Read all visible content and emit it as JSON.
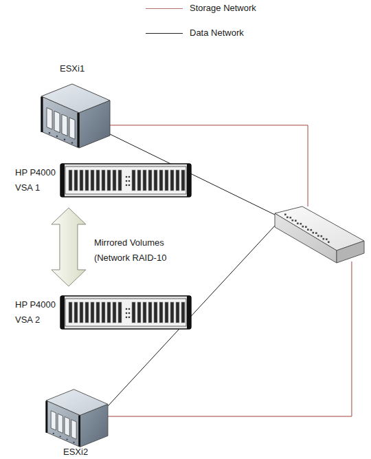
{
  "diagram": {
    "nodes": [
      {
        "text": [
          "ESXi1"
        ]
      },
      {
        "text": [
          "HP P4000 VSA 1"
        ]
      },
      {
        "text": []
      },
      {
        "text": [
          "HP P4000 VSA 2"
        ]
      },
      {
        "text": [
          "ESXi2"
        ]
      }
    ],
    "edges": [
      {
        "from": 0,
        "to": 2,
        "arrow": "none"
      },
      {
        "from": 0,
        "to": 2,
        "arrow": "none"
      },
      {
        "from": 1,
        "to": 3,
        "arrow": "both",
        "label": "Mirrored Volumes (Network RAID-10"
      },
      {
        "from": 4,
        "to": 2,
        "arrow": "none"
      },
      {
        "from": 4,
        "to": 2,
        "arrow": "none"
      }
    ],
    "legend": [
      {
        "text": "Storage Network"
      },
      {
        "text": "Data Network"
      }
    ]
  }
}
